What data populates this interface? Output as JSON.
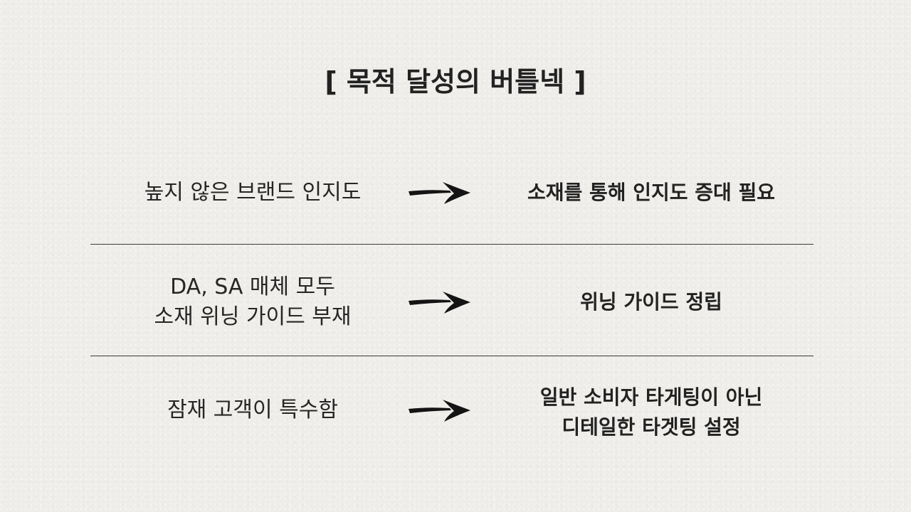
{
  "title": "[ 목적 달성의 버틀넥 ]",
  "rows": [
    {
      "problem": [
        "높지 않은 브랜드 인지도"
      ],
      "solution": [
        "소재를 통해 인지도 증대 필요"
      ]
    },
    {
      "problem": [
        "DA, SA 매체 모두",
        "소재 위닝 가이드 부재"
      ],
      "solution": [
        "위닝 가이드 정립"
      ]
    },
    {
      "problem": [
        "잠재 고객이 특수함"
      ],
      "solution": [
        "일반 소비자 타게팅이 아닌",
        "디테일한 타겟팅 설정"
      ]
    }
  ],
  "icons": {
    "arrow": "right-arrow-icon"
  },
  "colors": {
    "background": "#eeede9",
    "text": "#222222",
    "divider": "#3a3a3a"
  }
}
